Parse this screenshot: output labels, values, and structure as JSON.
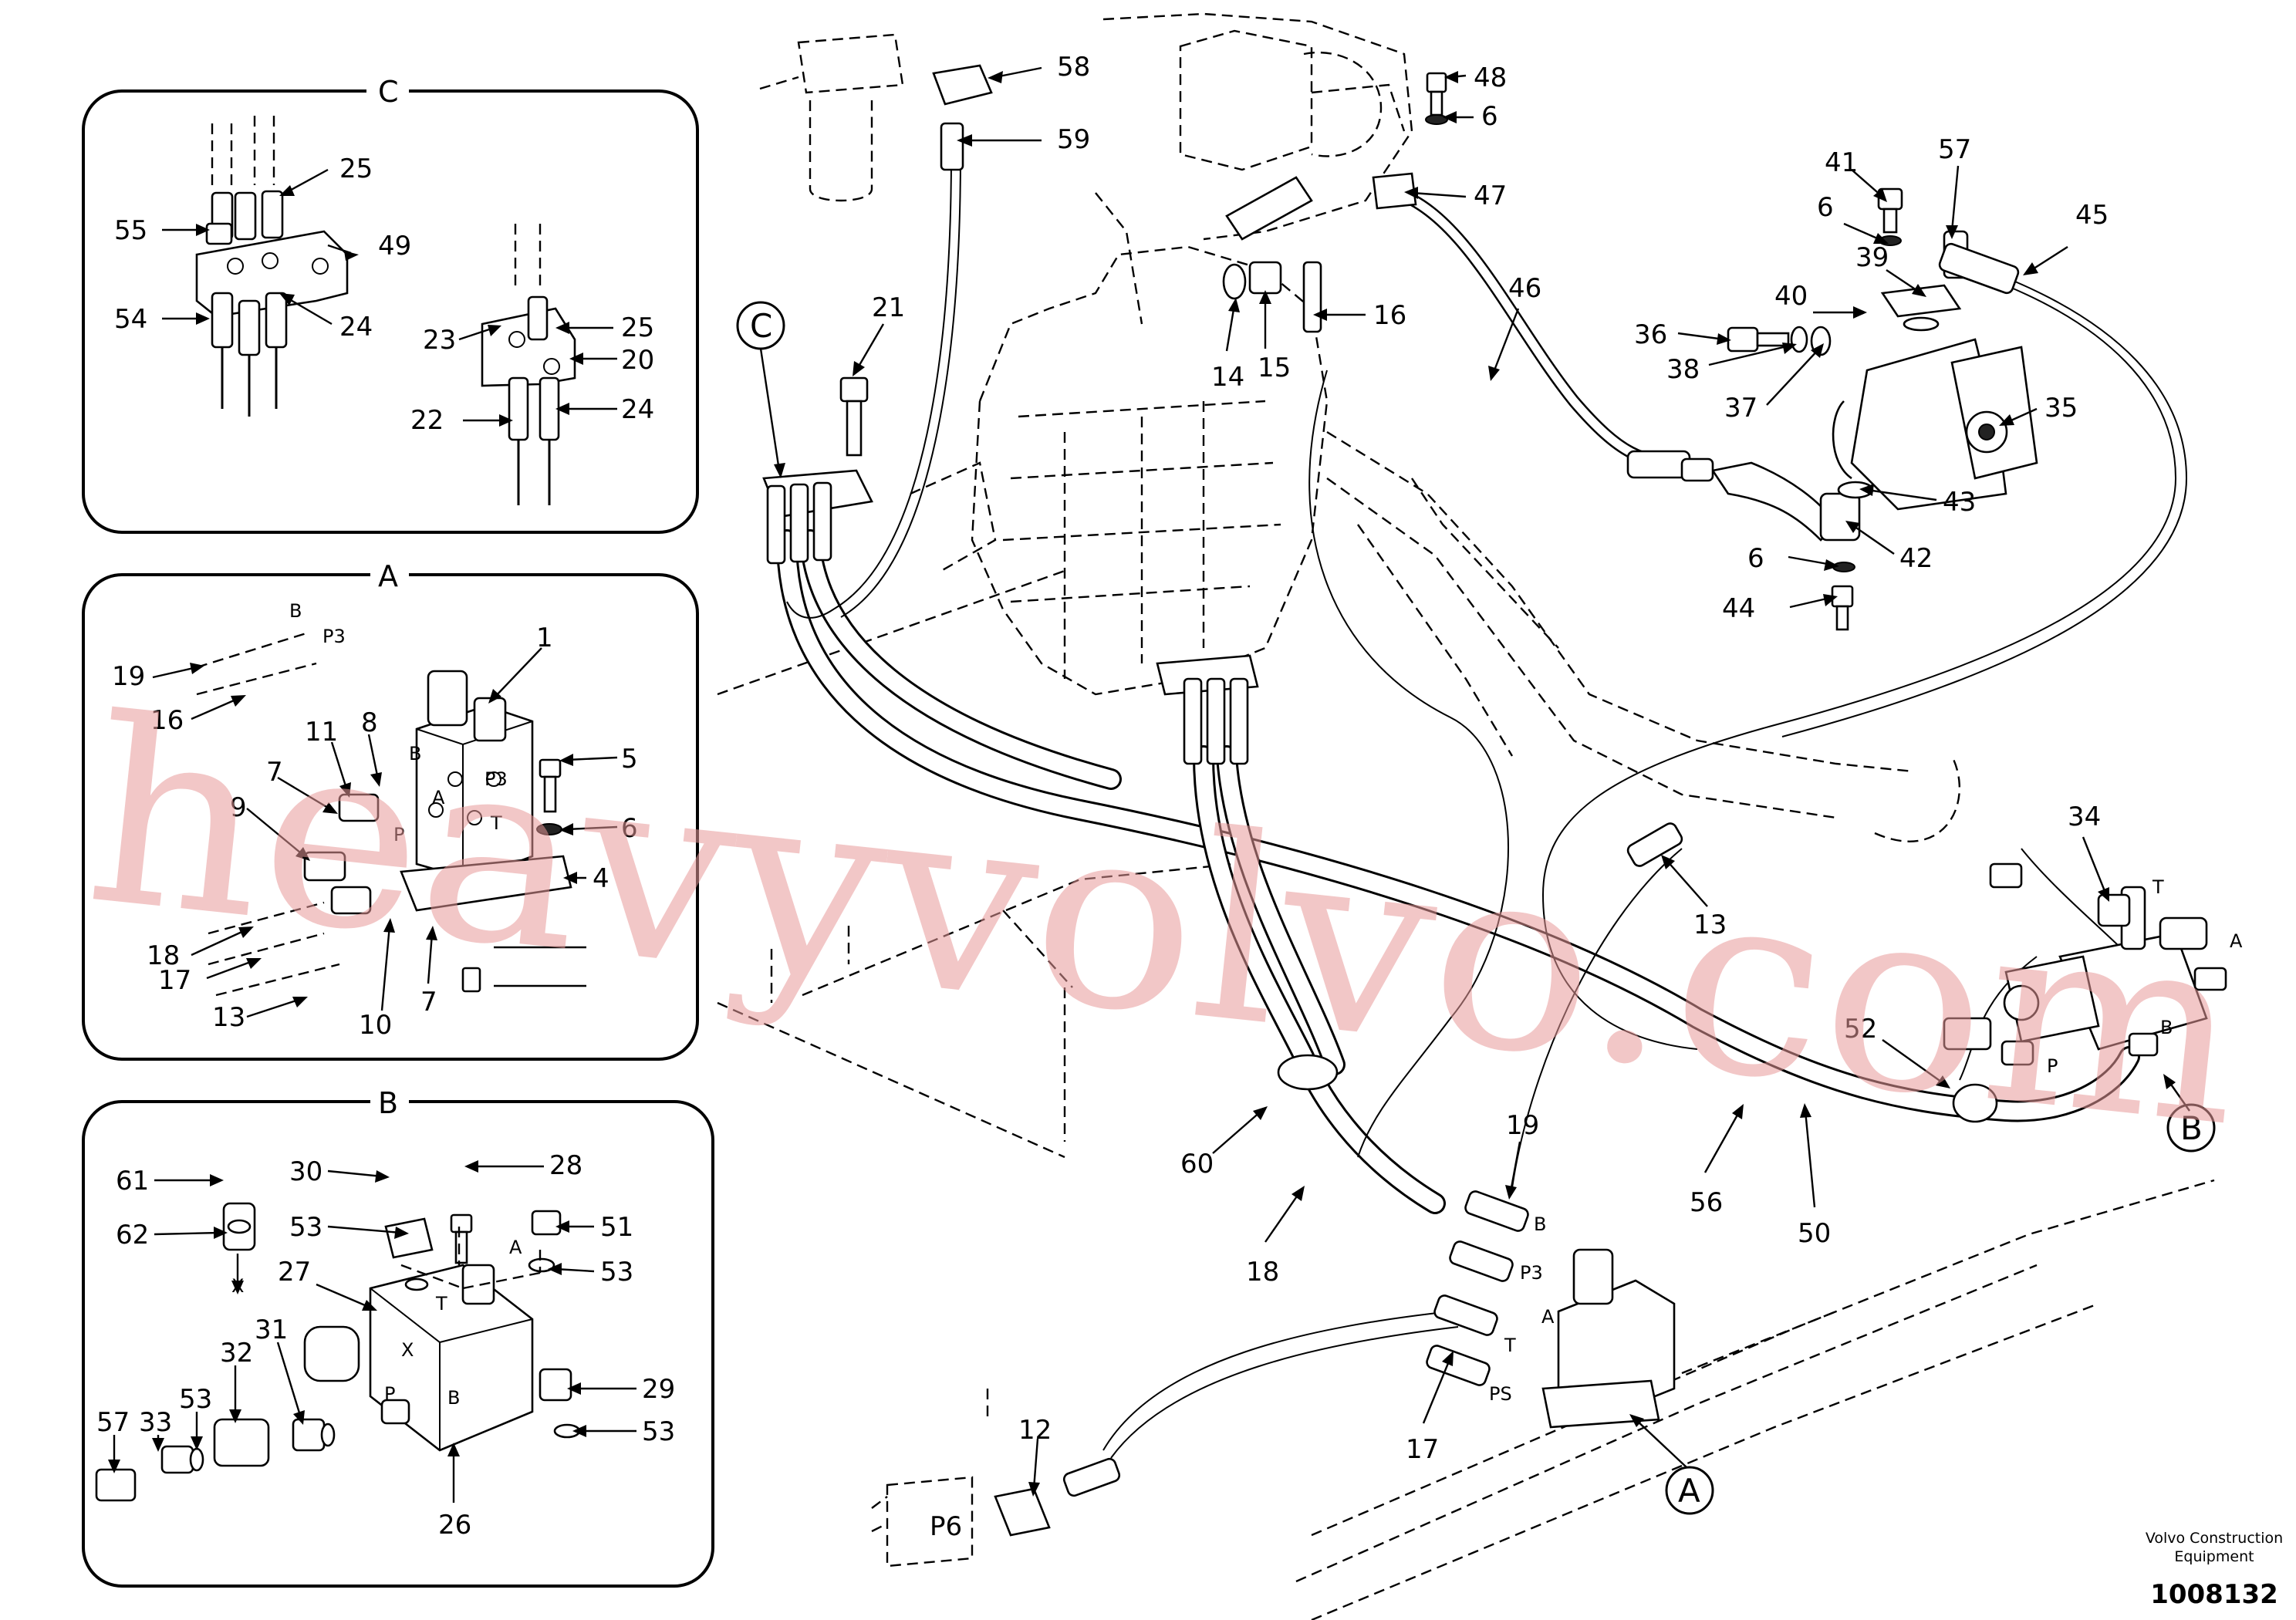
{
  "insets": [
    {
      "id": "C",
      "title": "C",
      "callouts": [
        "25",
        "55",
        "49",
        "54",
        "24",
        "25",
        "23",
        "20",
        "22",
        "24"
      ]
    },
    {
      "id": "A",
      "title": "A",
      "callouts": [
        "1",
        "19",
        "16",
        "11",
        "8",
        "5",
        "7",
        "9",
        "6",
        "4",
        "18",
        "17",
        "13",
        "10",
        "7"
      ],
      "port_labels": [
        "B",
        "P3",
        "B",
        "P3",
        "A",
        "T",
        "P"
      ]
    },
    {
      "id": "B",
      "title": "B",
      "callouts": [
        "61",
        "30",
        "28",
        "62",
        "53",
        "51",
        "53",
        "27",
        "31",
        "29",
        "32",
        "53",
        "57",
        "33",
        "53",
        "26"
      ],
      "port_labels": [
        "X",
        "A",
        "T",
        "X",
        "P",
        "B"
      ]
    }
  ],
  "main_callouts": [
    "58",
    "59",
    "48",
    "6",
    "47",
    "41",
    "57",
    "45",
    "6",
    "39",
    "46",
    "21",
    "16",
    "14",
    "15",
    "36",
    "40",
    "38",
    "37",
    "35",
    "43",
    "42",
    "6",
    "44",
    "34",
    "13",
    "52",
    "60",
    "19",
    "56",
    "50",
    "18",
    "17",
    "12"
  ],
  "main_port_labels": [
    "T",
    "A",
    "B",
    "P",
    "B",
    "P3",
    "A",
    "T",
    "PS",
    "P6"
  ],
  "view_markers": [
    "C",
    "B",
    "A"
  ],
  "watermark": "heavyvolvo.com",
  "credit_line1": "Volvo Construction",
  "credit_line2": "Equipment",
  "doc_number": "1008132"
}
